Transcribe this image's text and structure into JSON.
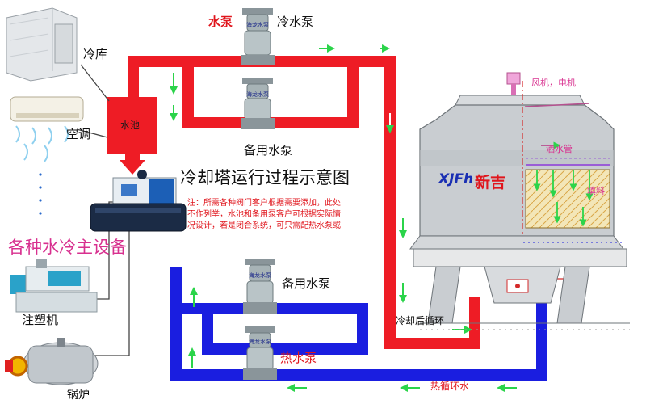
{
  "title": "冷却塔运行过程示意图",
  "note": {
    "lines": [
      "注：所需各种阀门客户根据需要添加，此处",
      "不作列举，水池和备用泵客户可根据实际情",
      "况设计，若是闭合系统，可只需配热水泵或"
    ]
  },
  "labels": {
    "water_pump": "水泵",
    "cold_water_pump": "冷水泵",
    "standby_pump_top": "备用水泵",
    "standby_pump_bottom": "备用水泵",
    "hot_water_pump": "热水泵",
    "pool": "水池",
    "cold_storage": "冷库",
    "air_conditioner": "空调",
    "main_equipment": "各种水冷主设备",
    "injection_machine": "注塑机",
    "boiler": "锅炉",
    "fan_motor": "风机，电机",
    "spray_pipe": "洒水管",
    "fill": "填料",
    "cooled_return": "冷却后循环",
    "hot_return": "热循环水",
    "brand_latin": "XJFh",
    "brand_cn": "新吉",
    "pump_tag_1": "海龙水泵",
    "pump_tag_2": "海龙水泵",
    "pump_tag_3": "海龙水泵",
    "pump_tag_4": "海龙水泵"
  },
  "colors": {
    "hot_pipe": "#ee1c25",
    "cold_pipe": "#1a1ee0",
    "flow_arrow": "#2bd44a",
    "label_pink": "#d8308f",
    "label_red": "#e0151c"
  }
}
